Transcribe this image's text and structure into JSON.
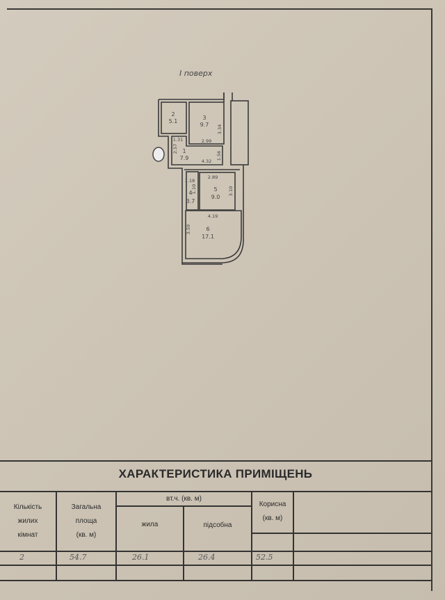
{
  "plan": {
    "floor_label": "І поверх",
    "rooms": [
      {
        "number": "2",
        "area": "5.1"
      },
      {
        "number": "3",
        "area": "9.7"
      },
      {
        "number": "1",
        "area": "7.9"
      },
      {
        "number": "4",
        "area": "3.7"
      },
      {
        "number": "5",
        "area": "9.0"
      },
      {
        "number": "6",
        "area": "17.1"
      }
    ],
    "dimensions": [
      "1.31",
      "2.99",
      "3.34",
      "2.57",
      "4.32",
      "1.56",
      "1.18",
      "1.10",
      "2.89",
      "3.10",
      "4.19",
      "3.59"
    ]
  },
  "table": {
    "title": "ХАРАКТЕРИСТИКА ПРИМІЩЕНЬ",
    "headers": {
      "rooms_count": [
        "Кількість",
        "жилих",
        "кімнат"
      ],
      "total_area": [
        "Загальна",
        "площа",
        "(кв. м)"
      ],
      "including": "вт.ч. (кв. м)",
      "living": "жила",
      "auxiliary": "підсобна",
      "useful": [
        "Корисна",
        "(кв. м)"
      ]
    },
    "values": {
      "rooms_count": "2",
      "total_area": "54.7",
      "living": "26.1",
      "auxiliary": "26.4",
      "useful": "52.5"
    }
  }
}
